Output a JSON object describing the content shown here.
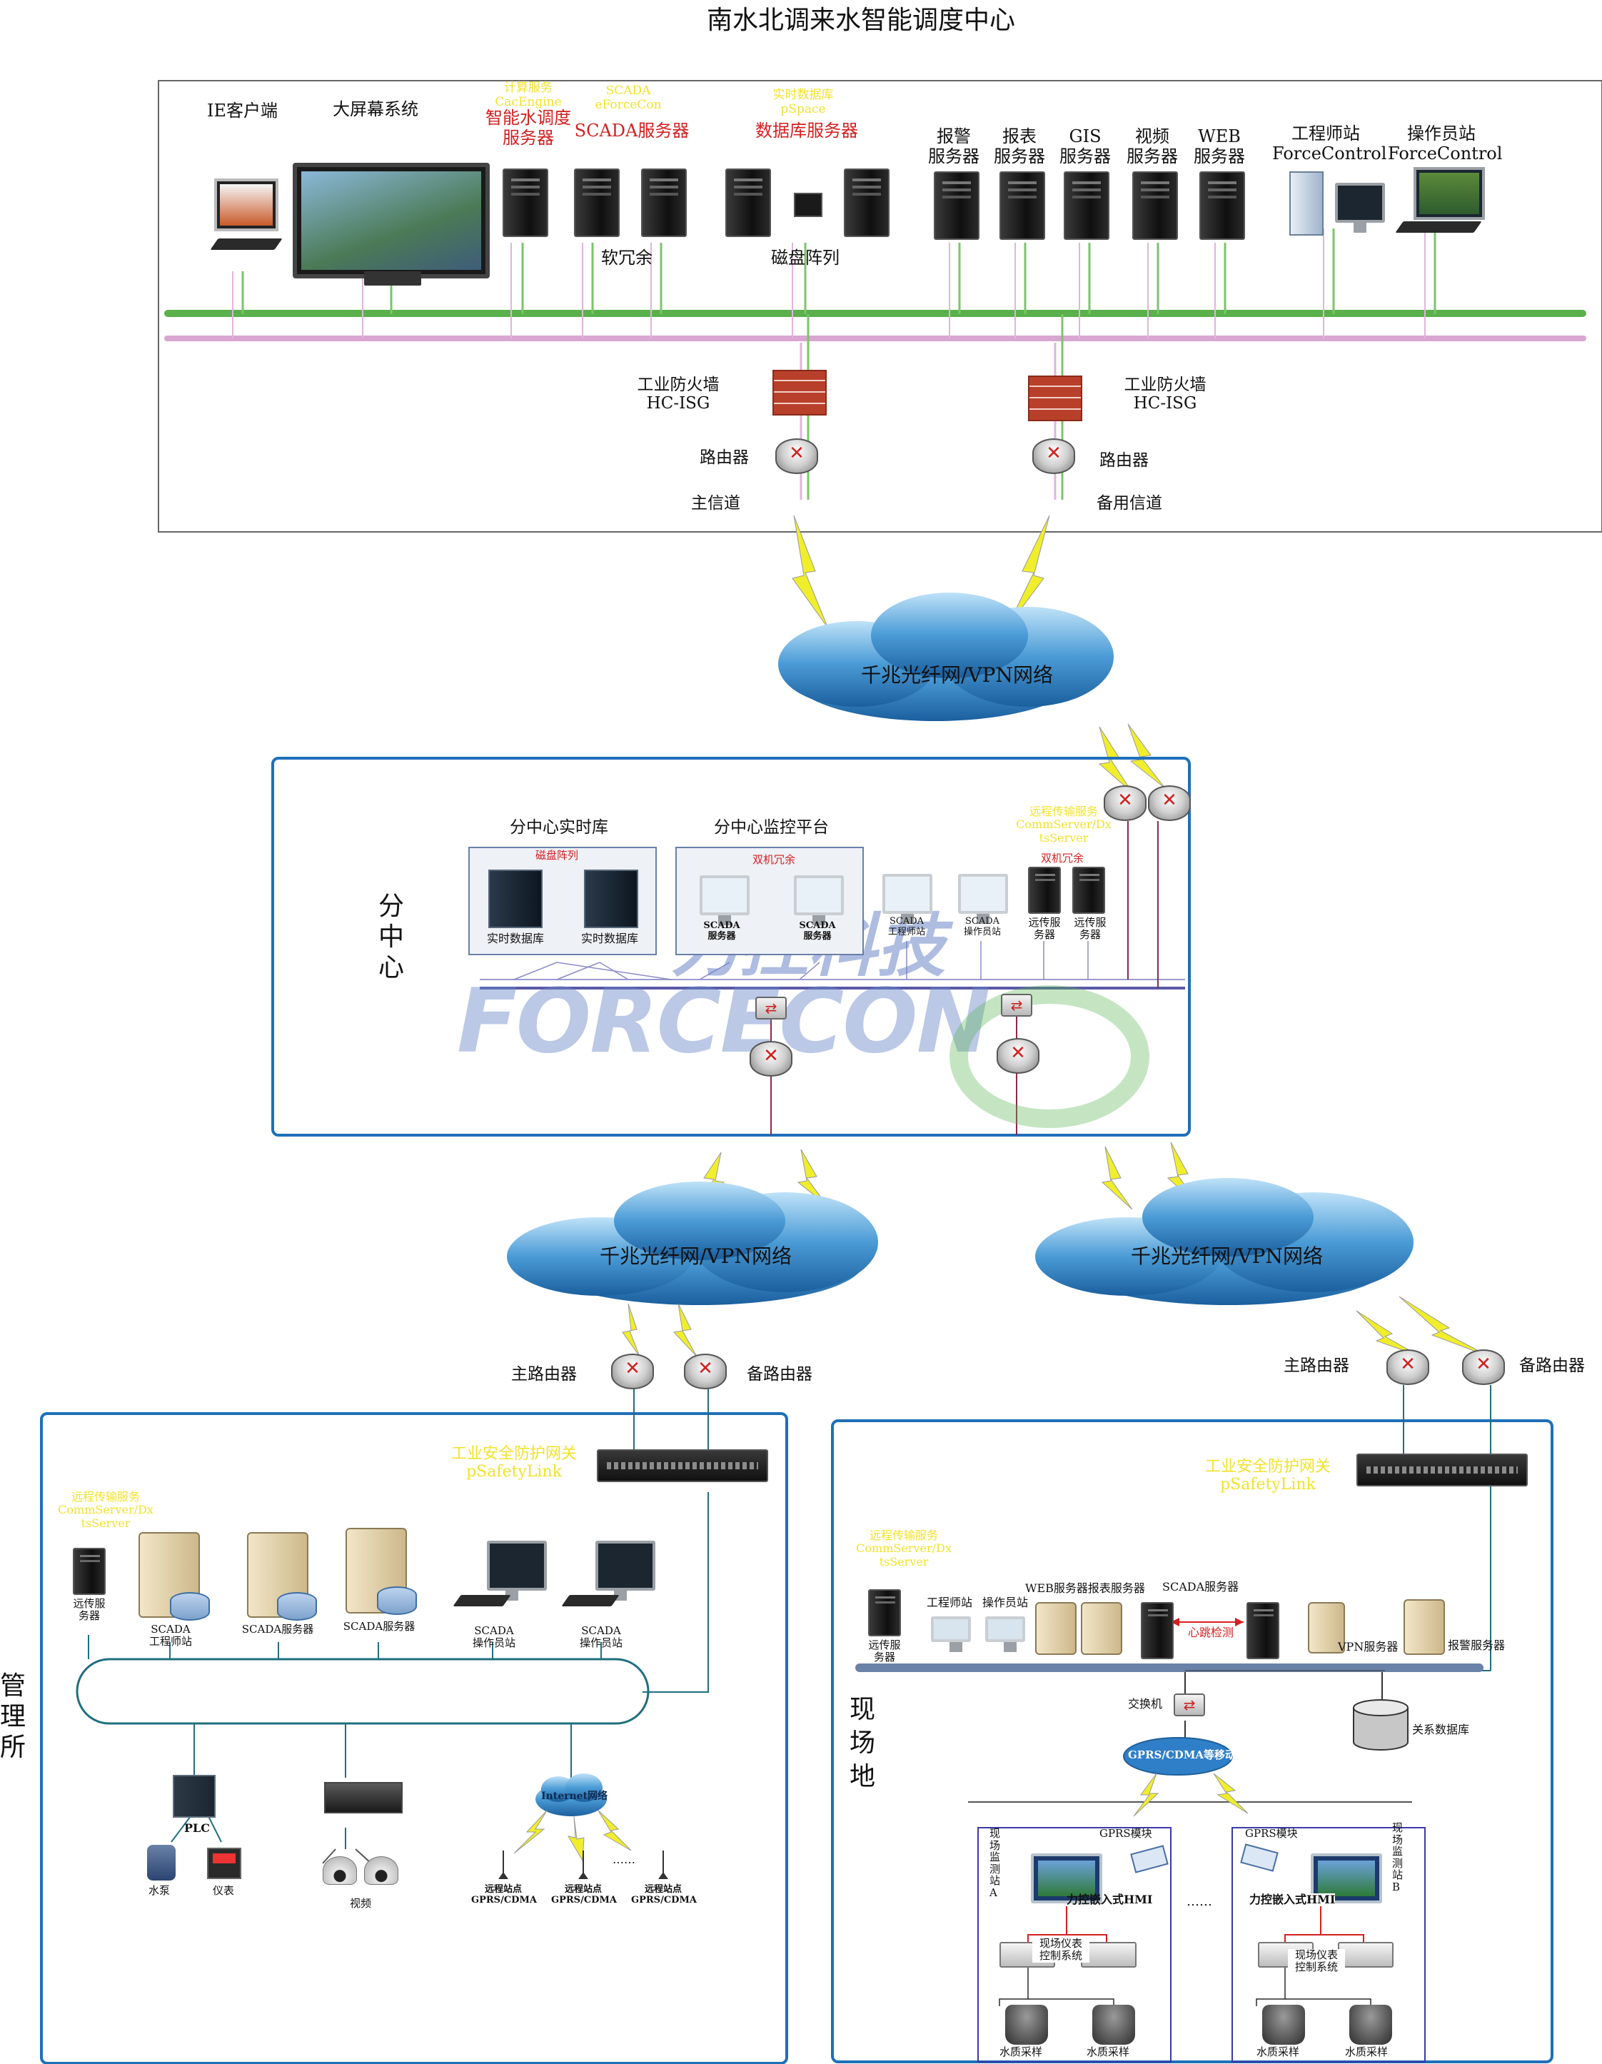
{
  "title": "南水北调来水智能调度中心",
  "top": {
    "ie_client": "IE客户端",
    "big_screen": "大屏幕系统",
    "smart_yellow": "计算服务\nCacEngine",
    "smart_red": "智能水调度\n服务器",
    "scada_yellow": "SCADA\neForceCon",
    "scada_red": "SCADA服务器",
    "soft_redundant": "软冗余",
    "rtdb_yellow": "实时数据库\npSpace",
    "rtdb_red": "数据库服务器",
    "disk_array": "磁盘阵列",
    "alarm_server": "报警\n服务器",
    "report_server": "报表\n服务器",
    "gis_server": "GIS\n服务器",
    "video_server": "视频\n服务器",
    "web_server": "WEB\n服务器",
    "engineer_station": "工程师站\nForceControl",
    "operator_station": "操作员站\nForceControl",
    "firewall_left": "工业防火墙\nHC-ISG",
    "firewall_right": "工业防火墙\nHC-ISG",
    "router_left": "路由器",
    "router_right": "路由器",
    "main_channel": "主信道",
    "backup_channel": "备用信道"
  },
  "cloud_label": "千兆光纤网/VPN网络",
  "subcenter": {
    "side_label": "分\n中\n心",
    "rtdb_group": "分中心实时库",
    "rtdb_array": "磁盘阵列",
    "rtdb1": "实时数据库",
    "rtdb2": "实时数据库",
    "monitor_group": "分中心监控平台",
    "dual_redundant": "双机冗余",
    "scada_srv1": "SCADA\n服务器",
    "scada_srv2": "SCADA\n服务器",
    "scada_eng": "SCADA\n工程师站",
    "scada_op": "SCADA\n操作员站",
    "remote_yellow": "远程传输服务\nCommServer/Dx\ntsServer",
    "remote_dual": "双机冗余",
    "remote_srv1": "远传服\n务器",
    "remote_srv2": "远传服\n务器",
    "watermark_cn": "力控科技",
    "watermark_en": "FORCECON"
  },
  "mgmt": {
    "side_label": "管\n理\n所",
    "main_router": "主路由器",
    "backup_router": "备路由器",
    "gateway": "工业安全防护网关\npSafetyLink",
    "remote_yellow": "远程传输服务\nCommServer/Dx\ntsServer",
    "remote_srv": "远传服\n务器",
    "scada_eng": "SCADA\n工程师站",
    "scada_srv1": "SCADA服务器",
    "scada_srv2": "SCADA服务器",
    "scada_op1": "SCADA\n操作员站",
    "scada_op2": "SCADA\n操作员站",
    "plc": "PLC",
    "pump": "水泵",
    "meter": "仪表",
    "video": "视频",
    "internet": "Internet网络",
    "site1": "远程站点\nGPRS/CDMA",
    "site2": "远程站点\nGPRS/CDMA",
    "site3": "远程站点\nGPRS/CDMA",
    "dots": "……"
  },
  "field": {
    "side_label": "现\n场\n地",
    "main_router": "主路由器",
    "backup_router": "备路由器",
    "gateway": "工业安全防护网关\npSafetyLink",
    "remote_yellow": "远程传输服务\nCommServer/Dx\ntsServer",
    "remote_srv": "远传服\n务器",
    "eng_station": "工程师站",
    "op_station": "操作员站",
    "web_report": "WEB服务器报表服务器",
    "scada_srv": "SCADA服务器",
    "heartbeat": "心跳检测",
    "vpn_srv": "VPN服务器",
    "alarm_srv": "报警服务器",
    "switch": "交换机",
    "relational_db": "关系数据库",
    "gprs_net": "GPRS/CDMA等移动网络",
    "station_a": "现\n场\n监\n测\n站\nA",
    "station_b": "现\n场\n监\n测\n站\nB",
    "gprs_mod_a": "GPRS模块",
    "gprs_mod_b": "GPRS模块",
    "hmi_a": "力控嵌入式HMI",
    "hmi_b": "力控嵌入式HMI",
    "inst_a": "现场仪表\n控制系统",
    "inst_b": "现场仪表\n控制系统",
    "sample_a1": "水质采样",
    "sample_a2": "水质采样",
    "sample_b1": "水质采样",
    "sample_b2": "水质采样",
    "dots": "……"
  },
  "colors": {
    "green_bus": "#5ab04a",
    "pink_bus": "#d8a6d0",
    "frame_blue": "#1f6fb8",
    "label_red": "#d42020",
    "label_yellow": "#f2e22a"
  }
}
